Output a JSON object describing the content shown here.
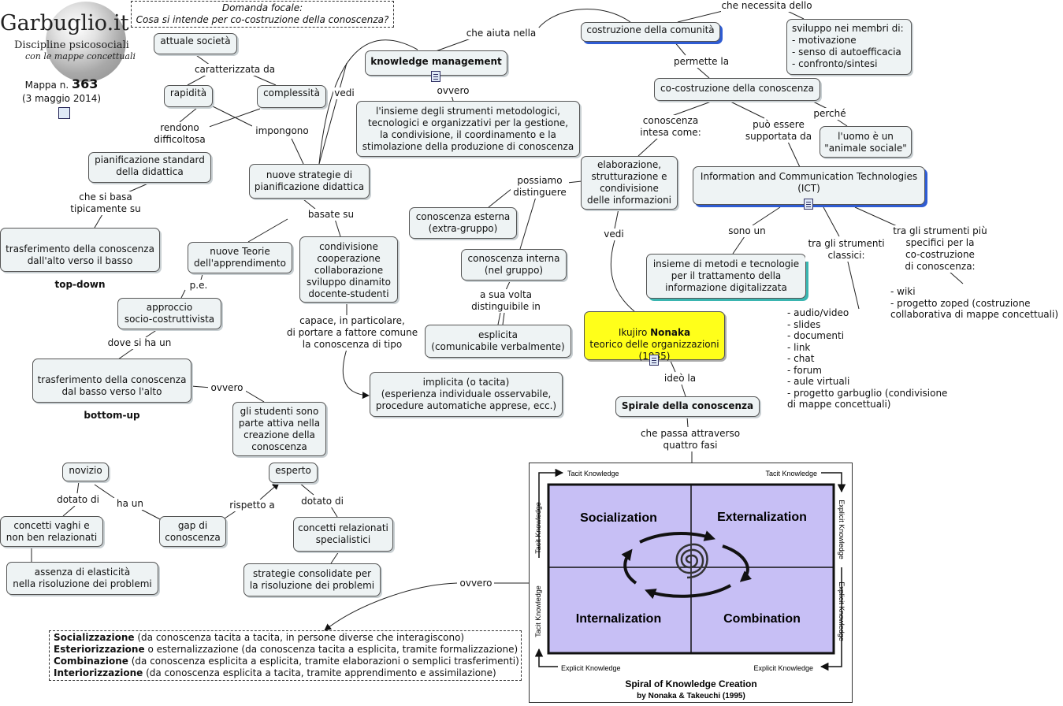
{
  "header": {
    "logo_title": "Garbuglio.it",
    "logo_subtitle": "Discipline psicosociali",
    "logo_tagline": "con le mappe concettuali",
    "map_label": "Mappa n.",
    "map_number": "363",
    "map_date": "(3 maggio 2014)",
    "focus_label": "Domanda focale:",
    "focus_question": "Cosa si intende per co-costruzione della conoscenza?"
  },
  "nodes": {
    "attuale_societa": "attuale società",
    "rapidita": "rapidità",
    "complessita": "complessità",
    "pianificazione_standard": "pianificazione standard\ndella didattica",
    "trasferimento_top_down_a": "trasferimento della conoscenza\ndall'alto verso il basso",
    "trasferimento_top_down_b": "top-down",
    "nuove_strategie": "nuove strategie di\npianificazione didattica",
    "knowledge_management": "knowledge management",
    "km_definizione": "l'insieme degli strumenti metodologici,\ntecnologici e organizzativi per la gestione,\nla condivisione, il coordinamento e la\nstimolazione della produzione di conoscenza",
    "costruzione_comunita": "costruzione della comunità",
    "sviluppo_membri": "sviluppo nei membri di:\n- motivazione\n- senso di autoefficacia\n- confronto/sintesi",
    "co_costruzione": "co-costruzione della conoscenza",
    "uomo_animale_sociale": "l'uomo è un\n\"animale sociale\"",
    "ict": "Information and Communication Technologies\n(ICT)",
    "elaborazione": "elaborazione,\nstrutturazione e\ncondivisione\ndelle informazioni",
    "conoscenza_esterna": "conoscenza esterna\n(extra-gruppo)",
    "conoscenza_interna": "conoscenza interna\n(nel gruppo)",
    "esplicita": "esplicita\n(comunicabile verbalmente)",
    "implicita": "implicita (o tacita)\n(esperienza individuale osservabile,\nprocedure automatiche apprese, ecc.)",
    "insieme_metodi": "insieme di metodi e tecnologie\nper il trattamento della\ninformazione digitalizzata",
    "nonaka_pre": "Ikujiro ",
    "nonaka_name": "Nonaka",
    "nonaka_post": "\nteorico delle organizzazioni\n(1935)",
    "spirale": "Spirale della conoscenza",
    "nuove_teorie": "nuove Teorie\ndell'apprendimento",
    "condivisione": "condivisione\ncooperazione\ncollaborazione\nsviluppo dinamito\ndocente-studenti",
    "approccio": "approccio\nsocio-costruttivista",
    "trasferimento_bottom_up_a": "trasferimento della conoscenza\ndal basso verso l'alto",
    "trasferimento_bottom_up_b": "bottom-up",
    "studenti_attivi": "gli studenti sono\nparte attiva nella\ncreazione della\nconoscenza",
    "novizio": "novizio",
    "esperto": "esperto",
    "concetti_vaghi": "concetti vaghi e\nnon ben relazionati",
    "gap": "gap di\nconoscenza",
    "concetti_relazionati": "concetti relazionati\nspecialistici",
    "assenza_elasticita": "assenza di elasticità\nnella risoluzione dei problemi",
    "strategie_consolidate": "strategie consolidate per\nla risoluzione dei problemi"
  },
  "links": {
    "caratterizzata_da": "caratterizzata da",
    "rendono_difficoltosa": "rendono\ndifficoltosa",
    "impongono": "impongono",
    "che_si_basa": "che si basa\ntipicamente su",
    "vedi_1": "vedi",
    "che_aiuta_nella": "che aiuta nella",
    "ovvero_1": "ovvero",
    "che_necessita_dello": "che necessita dello",
    "permette_la": "permette la",
    "conoscenza_intesa": "conoscenza\nintesa come:",
    "puo_essere_supportata": "può essere\nsupportata da",
    "perche": "perché",
    "possiamo_distinguere": "possiamo\ndistinguere",
    "vedi_2": "vedi",
    "sono_un": "sono un",
    "tra_gli_strumenti_classici": "tra gli strumenti\nclassici:",
    "tra_gli_strumenti_specifici": "tra gli strumenti più\nspecifici per la\nco-costruzione\ndi conoscenza:",
    "a_sua_volta": "a sua volta\ndistinguibile in",
    "basate_su": "basate su",
    "capace": "capace, in particolare,\ndi portare a fattore comune\nla conoscenza di tipo",
    "pe": "p.e.",
    "dove_si_ha_un": "dove si ha un",
    "ovvero_2": "ovvero",
    "ideo_la": "ideò la",
    "che_passa_attraverso": "che passa attraverso\nquattro fasi",
    "dotato_di_1": "dotato di",
    "ha_un": "ha un",
    "rispetto_a": "rispetto a",
    "dotato_di_2": "dotato di",
    "ovvero_3": "ovvero"
  },
  "tools": {
    "classici": "- audio/video\n- slides\n- documenti\n- link\n- chat\n- forum\n- aule virtuali\n- progetto garbuglio (condivisione\ndi mappe concettuali)",
    "specifici": "- wiki\n- progetto zoped (costruzione\ncollaborativa di mappe concettuali)"
  },
  "legend": [
    {
      "term": "Socializzazione",
      "desc": " (da conoscenza tacita a tacita, in persone diverse che interagiscono)"
    },
    {
      "term": "Esteriorizzazione",
      "desc": " o esternalizzazione (da conoscenza tacita a esplicita, tramite formalizzazione)"
    },
    {
      "term": "Combinazione",
      "desc": " (da conoscenza esplicita a esplicita, tramite elaborazioni o semplici trasferimenti)"
    },
    {
      "term": "Interiorizzazione",
      "desc": " (da conoscenza esplicita a tacita, tramite apprendimento e assimilazione)"
    }
  ],
  "spiral_figure": {
    "quadrants": [
      "Socialization",
      "Externalization",
      "Internalization",
      "Combination"
    ],
    "top_left_label": "Tacit Knowledge",
    "top_right_label": "Tacit Knowledge",
    "bottom_left_label": "Explicit Knowledge",
    "bottom_right_label": "Explicit Knowledge",
    "left_top_label": "Tacit Knowledge",
    "left_bottom_label": "Tacit Knowledge",
    "right_top_label": "Explicit Knowledge",
    "right_bottom_label": "Explicit Knowledge",
    "caption": "Spiral of Knowledge Creation",
    "caption_credit": "by Nonaka & Takeuchi (1995)",
    "quadrant_fill": "#c7bff5"
  }
}
